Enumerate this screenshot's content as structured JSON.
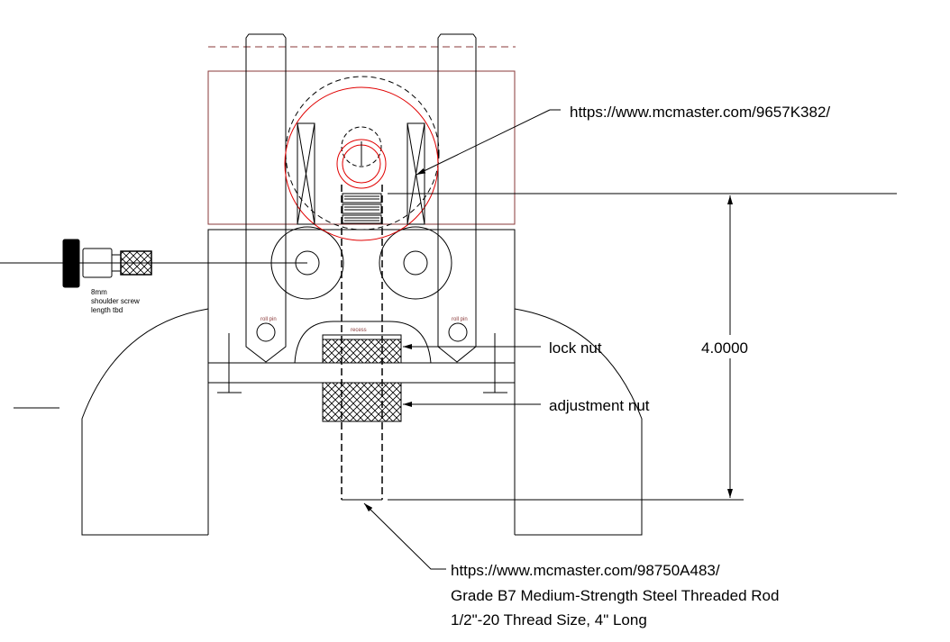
{
  "drawing": {
    "callouts": {
      "bearing_link": "https://www.mcmaster.com/9657K382/",
      "lock_nut": "lock nut",
      "adjustment_nut": "adjustment nut",
      "rod_link": "https://www.mcmaster.com/98750A483/",
      "rod_desc_1": "Grade B7 Medium-Strength Steel Threaded Rod",
      "rod_desc_2": "1/2\"-20 Thread Size, 4\" Long"
    },
    "dimension": "4.0000",
    "screw_note": [
      "8mm",
      "shoulder screw",
      "length tbd"
    ],
    "labels": {
      "roll_pin": "roll pin",
      "recess": "recess"
    },
    "colors": {
      "line": "#000000",
      "red": "#e00000",
      "frame": "#8a3a3a"
    }
  }
}
